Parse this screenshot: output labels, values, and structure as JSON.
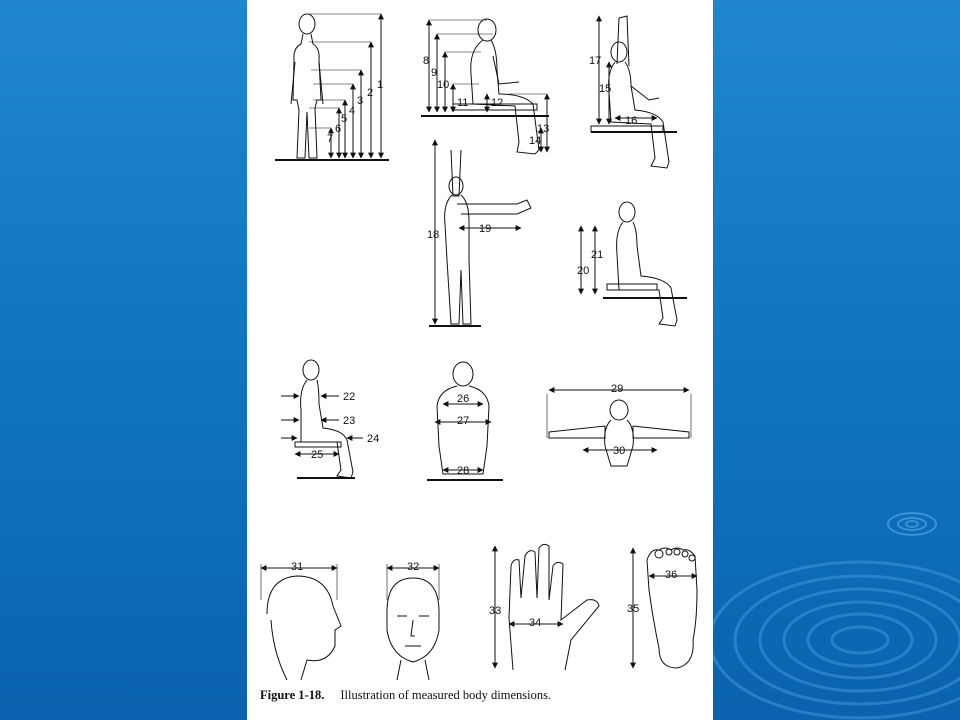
{
  "slide": {
    "background_color": "#1279c5",
    "decoration": "ripple-circles"
  },
  "figure": {
    "caption_label": "Figure 1-18.",
    "caption_text": "Illustration of measured body dimensions.",
    "dimension_numbers": [
      "1",
      "2",
      "3",
      "4",
      "5",
      "6",
      "7",
      "8",
      "9",
      "10",
      "11",
      "12",
      "13",
      "14",
      "15",
      "16",
      "17",
      "18",
      "19",
      "20",
      "21",
      "22",
      "23",
      "24",
      "25",
      "26",
      "27",
      "28",
      "29",
      "30",
      "31",
      "32",
      "33",
      "34",
      "35",
      "36"
    ]
  }
}
